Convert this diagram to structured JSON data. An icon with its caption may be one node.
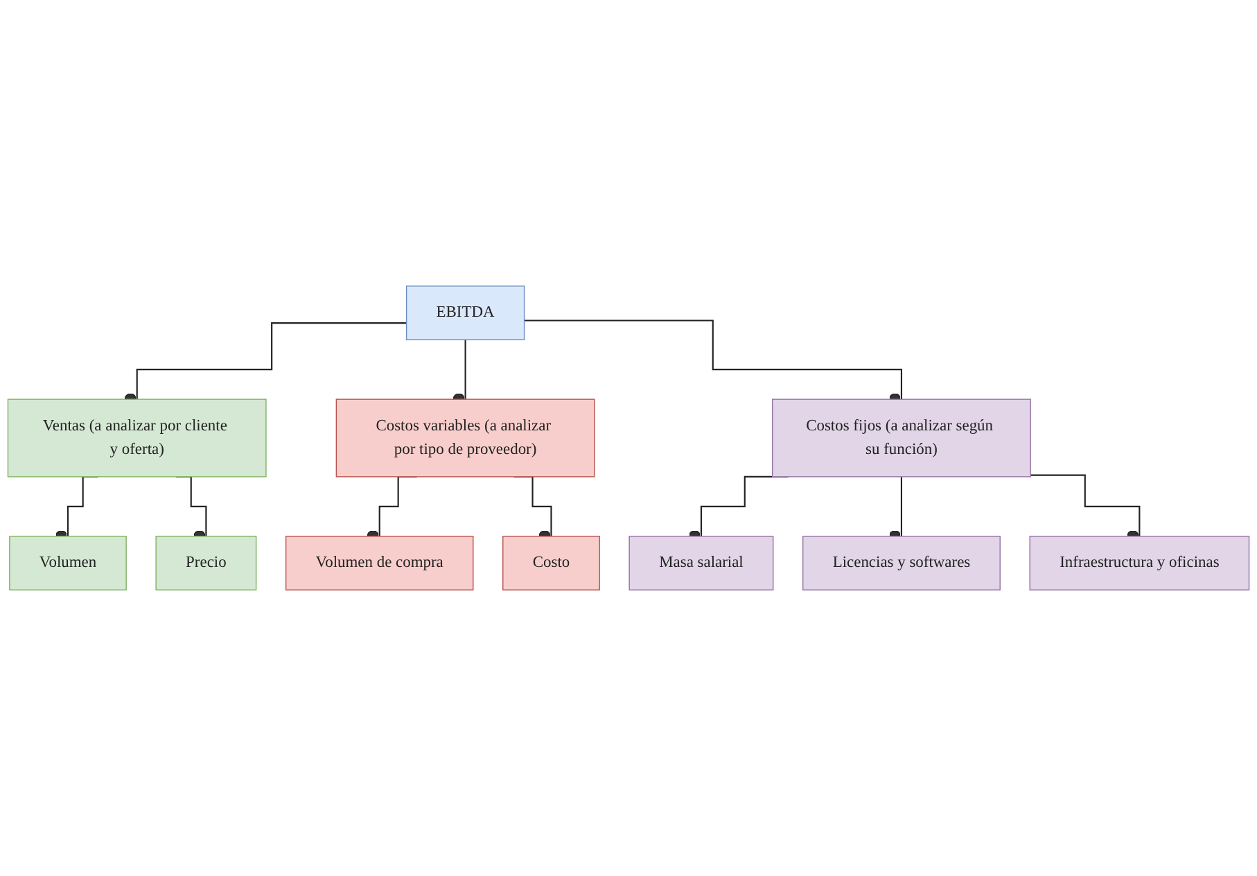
{
  "diagram": {
    "nodes": [
      {
        "text": [
          "EBITDA"
        ]
      },
      {
        "text": [
          "Ventas (a analizar por cliente y oferta)"
        ]
      },
      {
        "text": [
          "Costos variables (a analizar por tipo de proveedor)"
        ]
      },
      {
        "text": [
          "Costos fijos (a analizar según su función)"
        ]
      },
      {
        "text": [
          "Volumen"
        ]
      },
      {
        "text": [
          "Precio"
        ]
      },
      {
        "text": [
          "Volumen de compra"
        ]
      },
      {
        "text": [
          "Costo"
        ]
      },
      {
        "text": [
          "Masa salarial"
        ]
      },
      {
        "text": [
          "Licencias y softwares"
        ]
      },
      {
        "text": [
          "Infraestructura y oficinas"
        ]
      }
    ],
    "edges": [
      {
        "from": 0,
        "to": 1,
        "arrow": "other"
      },
      {
        "from": 0,
        "to": 2,
        "arrow": "other"
      },
      {
        "from": 0,
        "to": 3,
        "arrow": "other"
      },
      {
        "from": 1,
        "to": 4,
        "arrow": "other"
      },
      {
        "from": 1,
        "to": 5,
        "arrow": "other"
      },
      {
        "from": 2,
        "to": 6,
        "arrow": "other"
      },
      {
        "from": 2,
        "to": 7,
        "arrow": "other"
      },
      {
        "from": 3,
        "to": 8,
        "arrow": "other"
      },
      {
        "from": 3,
        "to": 9,
        "arrow": "other"
      },
      {
        "from": 3,
        "to": 10,
        "arrow": "other"
      }
    ]
  }
}
